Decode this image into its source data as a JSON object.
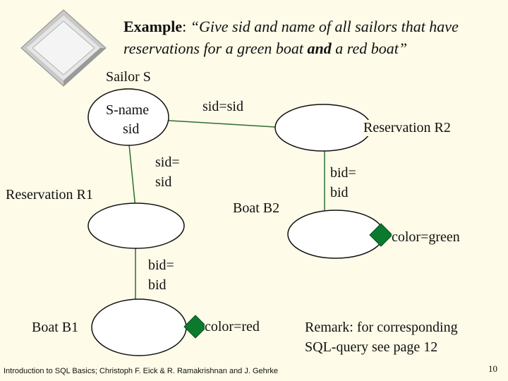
{
  "slide": {
    "title_keyword": "Example",
    "title_colon": ": ",
    "title_query_part1": "“Give sid and name of  all sailors that have reservations for a green boat ",
    "title_query_and": "and",
    "title_query_part2": " a red boat”",
    "footer": "Introduction to SQL Basics; Christoph F. Eick & R. Ramakrishnan and J. Gehrke",
    "page_number": "10",
    "remark_line1": "Remark: for corresponding",
    "remark_line2": "SQL-query see page 12"
  },
  "nodes": {
    "sailor_label": "Sailor S",
    "sailor_attr1": "S-name",
    "sailor_attr2": "sid",
    "reservation_r1_label": "Reservation R1",
    "reservation_r2_label": "Reservation R2",
    "boat_b1_label": "Boat B1",
    "boat_b2_label": "Boat B2"
  },
  "edges": {
    "sailor_r2_join": "sid=sid",
    "sailor_r1_join_line1": "sid=",
    "sailor_r1_join_line2": "sid",
    "r2_b2_join_line1": "bid=",
    "r2_b2_join_line2": "bid",
    "r1_b1_join_line1": "bid=",
    "r1_b1_join_line2": "bid"
  },
  "conditions": {
    "b2_color": "color=green",
    "b1_color": "color=red"
  },
  "colors": {
    "background": "#fefbe8",
    "accent_green": "#0b7a2e",
    "line": "#2f6e2f"
  }
}
